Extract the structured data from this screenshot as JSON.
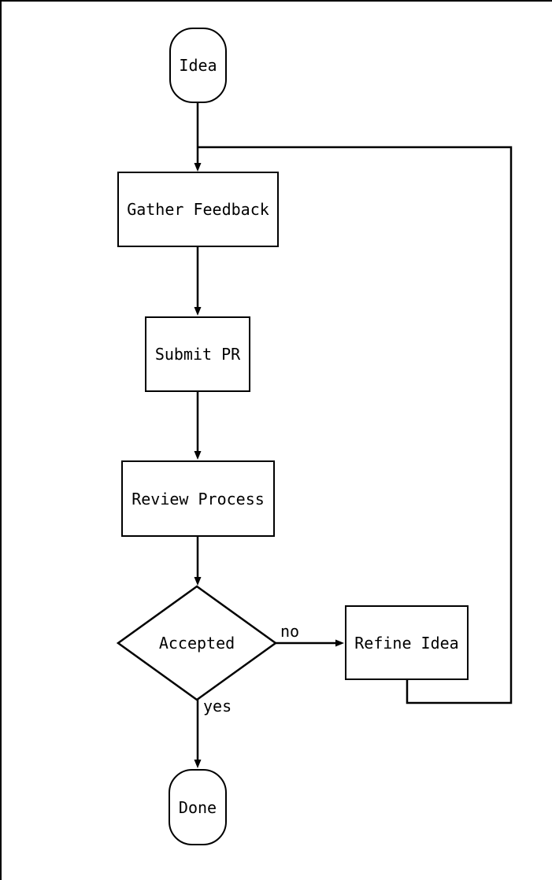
{
  "diagram": {
    "type": "flowchart",
    "colors": {
      "stroke": "#000000",
      "fill": "#ffffff",
      "text": "#000000"
    },
    "nodes": {
      "idea": {
        "label": "Idea",
        "shape": "terminal"
      },
      "gather_feedback": {
        "label": "Gather Feedback",
        "shape": "process"
      },
      "submit_pr": {
        "label": "Submit PR",
        "shape": "process"
      },
      "review_process": {
        "label": "Review Process",
        "shape": "process"
      },
      "accepted": {
        "label": "Accepted",
        "shape": "decision"
      },
      "refine_idea": {
        "label": "Refine Idea",
        "shape": "process"
      },
      "done": {
        "label": "Done",
        "shape": "terminal"
      }
    },
    "edges": [
      {
        "from": "Idea",
        "to": "Gather Feedback",
        "label": ""
      },
      {
        "from": "Gather Feedback",
        "to": "Submit PR",
        "label": ""
      },
      {
        "from": "Submit PR",
        "to": "Review Process",
        "label": ""
      },
      {
        "from": "Review Process",
        "to": "Accepted",
        "label": ""
      },
      {
        "from": "Accepted",
        "to": "Refine Idea",
        "label": "no"
      },
      {
        "from": "Refine Idea",
        "to": "Gather Feedback",
        "label": ""
      },
      {
        "from": "Accepted",
        "to": "Done",
        "label": "yes"
      }
    ]
  }
}
